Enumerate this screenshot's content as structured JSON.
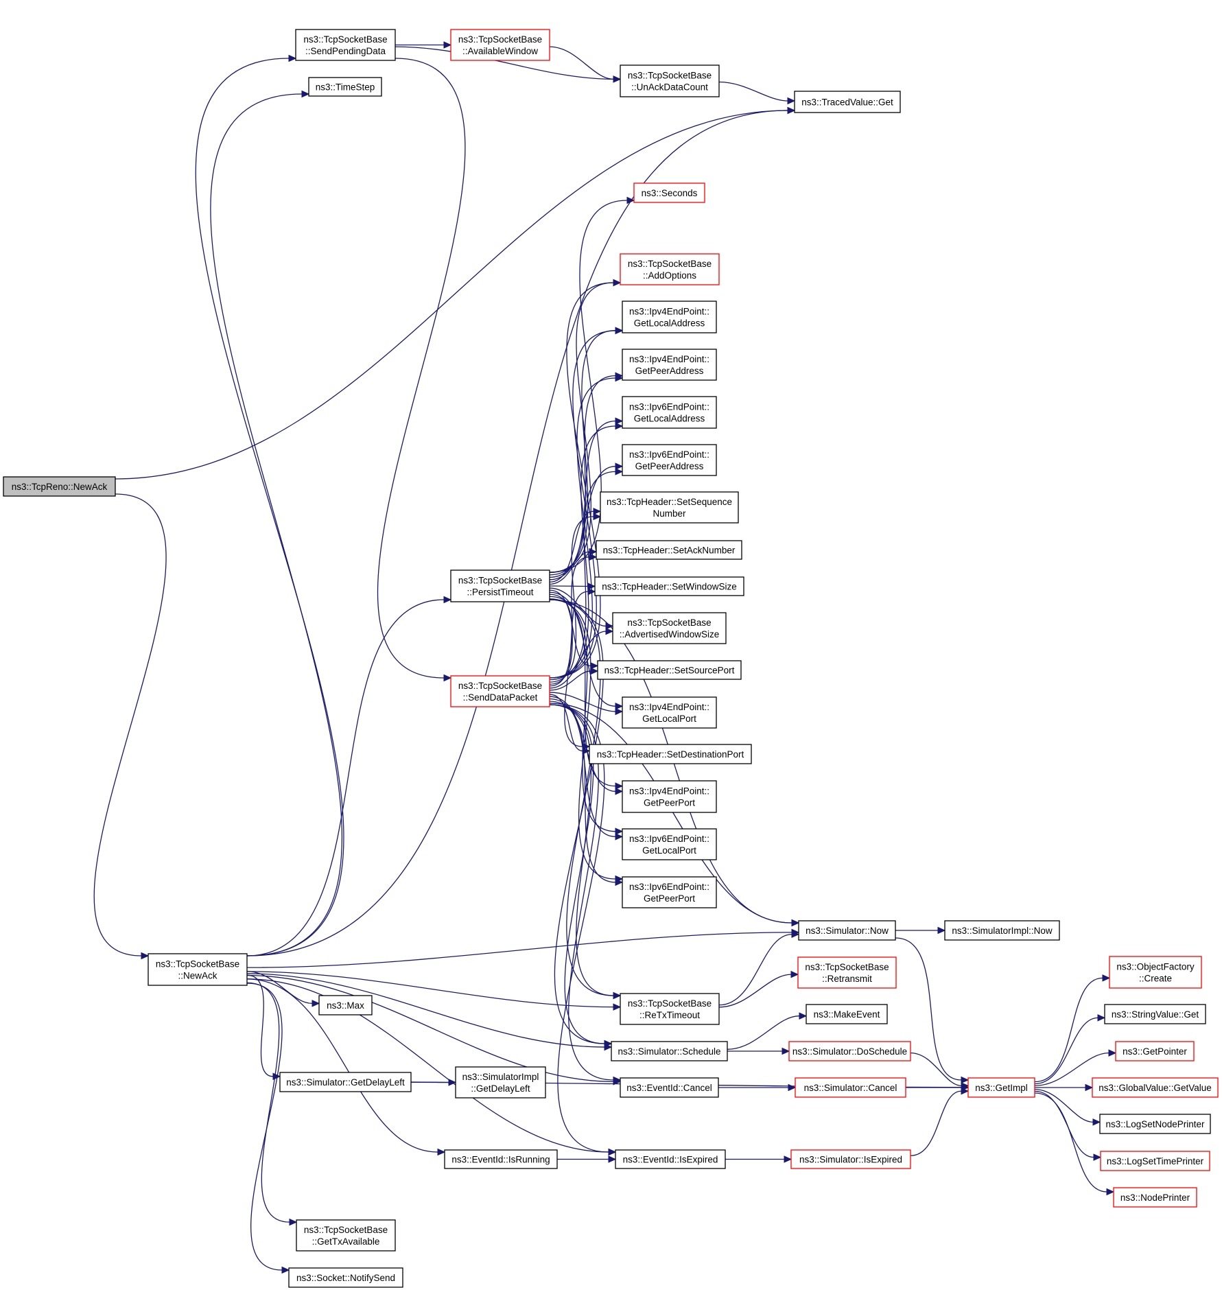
{
  "title": "ns3::TcpReno::NewAck call graph",
  "colors": {
    "edge": "#191970",
    "truncated_border": "#ff0000",
    "normal_border": "#000000",
    "root_fill": "#bfbfbf"
  },
  "nodes": [
    {
      "id": "reno_newack",
      "lines": [
        "ns3::TcpReno::NewAck"
      ],
      "style": "root"
    },
    {
      "id": "send_pending",
      "lines": [
        "ns3::TcpSocketBase",
        "::SendPendingData"
      ],
      "style": "normal"
    },
    {
      "id": "timestep",
      "lines": [
        "ns3::TimeStep"
      ],
      "style": "normal"
    },
    {
      "id": "avail_window",
      "lines": [
        "ns3::TcpSocketBase",
        "::AvailableWindow"
      ],
      "style": "truncated"
    },
    {
      "id": "unack",
      "lines": [
        "ns3::TcpSocketBase",
        "::UnAckDataCount"
      ],
      "style": "normal"
    },
    {
      "id": "traced_get",
      "lines": [
        "ns3::TracedValue::Get"
      ],
      "style": "normal"
    },
    {
      "id": "seconds",
      "lines": [
        "ns3::Seconds"
      ],
      "style": "truncated"
    },
    {
      "id": "add_options",
      "lines": [
        "ns3::TcpSocketBase",
        "::AddOptions"
      ],
      "style": "truncated"
    },
    {
      "id": "ipv4_local_addr",
      "lines": [
        "ns3::Ipv4EndPoint::",
        "GetLocalAddress"
      ],
      "style": "normal"
    },
    {
      "id": "ipv4_peer_addr",
      "lines": [
        "ns3::Ipv4EndPoint::",
        "GetPeerAddress"
      ],
      "style": "normal"
    },
    {
      "id": "ipv6_local_addr",
      "lines": [
        "ns3::Ipv6EndPoint::",
        "GetLocalAddress"
      ],
      "style": "normal"
    },
    {
      "id": "ipv6_peer_addr",
      "lines": [
        "ns3::Ipv6EndPoint::",
        "GetPeerAddress"
      ],
      "style": "normal"
    },
    {
      "id": "set_seq",
      "lines": [
        "ns3::TcpHeader::SetSequence",
        "Number"
      ],
      "style": "normal"
    },
    {
      "id": "set_ack",
      "lines": [
        "ns3::TcpHeader::SetAckNumber"
      ],
      "style": "normal"
    },
    {
      "id": "set_win",
      "lines": [
        "ns3::TcpHeader::SetWindowSize"
      ],
      "style": "normal"
    },
    {
      "id": "persist",
      "lines": [
        "ns3::TcpSocketBase",
        "::PersistTimeout"
      ],
      "style": "normal"
    },
    {
      "id": "adv_win",
      "lines": [
        "ns3::TcpSocketBase",
        "::AdvertisedWindowSize"
      ],
      "style": "normal"
    },
    {
      "id": "set_src_port",
      "lines": [
        "ns3::TcpHeader::SetSourcePort"
      ],
      "style": "normal"
    },
    {
      "id": "send_data_packet",
      "lines": [
        "ns3::TcpSocketBase",
        "::SendDataPacket"
      ],
      "style": "truncated"
    },
    {
      "id": "ipv4_local_port",
      "lines": [
        "ns3::Ipv4EndPoint::",
        "GetLocalPort"
      ],
      "style": "normal"
    },
    {
      "id": "set_dst_port",
      "lines": [
        "ns3::TcpHeader::SetDestinationPort"
      ],
      "style": "normal"
    },
    {
      "id": "ipv4_peer_port",
      "lines": [
        "ns3::Ipv4EndPoint::",
        "GetPeerPort"
      ],
      "style": "normal"
    },
    {
      "id": "ipv6_local_port",
      "lines": [
        "ns3::Ipv6EndPoint::",
        "GetLocalPort"
      ],
      "style": "normal"
    },
    {
      "id": "ipv6_peer_port",
      "lines": [
        "ns3::Ipv6EndPoint::",
        "GetPeerPort"
      ],
      "style": "normal"
    },
    {
      "id": "sim_now",
      "lines": [
        "ns3::Simulator::Now"
      ],
      "style": "normal"
    },
    {
      "id": "simimpl_now",
      "lines": [
        "ns3::SimulatorImpl::Now"
      ],
      "style": "normal"
    },
    {
      "id": "tsb_newack",
      "lines": [
        "ns3::TcpSocketBase",
        "::NewAck"
      ],
      "style": "normal"
    },
    {
      "id": "retransmit",
      "lines": [
        "ns3::TcpSocketBase",
        "::Retransmit"
      ],
      "style": "truncated"
    },
    {
      "id": "max",
      "lines": [
        "ns3::Max"
      ],
      "style": "normal"
    },
    {
      "id": "retx_timeout",
      "lines": [
        "ns3::TcpSocketBase",
        "::ReTxTimeout"
      ],
      "style": "normal"
    },
    {
      "id": "make_event",
      "lines": [
        "ns3::MakeEvent"
      ],
      "style": "normal"
    },
    {
      "id": "schedule",
      "lines": [
        "ns3::Simulator::Schedule"
      ],
      "style": "normal"
    },
    {
      "id": "do_schedule",
      "lines": [
        "ns3::Simulator::DoSchedule"
      ],
      "style": "truncated"
    },
    {
      "id": "get_delay_left",
      "lines": [
        "ns3::Simulator::GetDelayLeft"
      ],
      "style": "normal"
    },
    {
      "id": "simimpl_delay_left",
      "lines": [
        "ns3::SimulatorImpl",
        "::GetDelayLeft"
      ],
      "style": "normal"
    },
    {
      "id": "eventid_cancel",
      "lines": [
        "ns3::EventId::Cancel"
      ],
      "style": "normal"
    },
    {
      "id": "sim_cancel",
      "lines": [
        "ns3::Simulator::Cancel"
      ],
      "style": "truncated"
    },
    {
      "id": "get_impl",
      "lines": [
        "ns3::GetImpl"
      ],
      "style": "truncated"
    },
    {
      "id": "obj_factory_create",
      "lines": [
        "ns3::ObjectFactory",
        "::Create"
      ],
      "style": "truncated"
    },
    {
      "id": "string_value_get",
      "lines": [
        "ns3::StringValue::Get"
      ],
      "style": "normal"
    },
    {
      "id": "get_pointer",
      "lines": [
        "ns3::GetPointer"
      ],
      "style": "truncated"
    },
    {
      "id": "global_value_get",
      "lines": [
        "ns3::GlobalValue::GetValue"
      ],
      "style": "truncated"
    },
    {
      "id": "log_node_printer",
      "lines": [
        "ns3::LogSetNodePrinter"
      ],
      "style": "normal"
    },
    {
      "id": "log_time_printer",
      "lines": [
        "ns3::LogSetTimePrinter"
      ],
      "style": "truncated"
    },
    {
      "id": "node_printer",
      "lines": [
        "ns3::NodePrinter"
      ],
      "style": "truncated"
    },
    {
      "id": "is_running",
      "lines": [
        "ns3::EventId::IsRunning"
      ],
      "style": "normal"
    },
    {
      "id": "eventid_expired",
      "lines": [
        "ns3::EventId::IsExpired"
      ],
      "style": "normal"
    },
    {
      "id": "sim_expired",
      "lines": [
        "ns3::Simulator::IsExpired"
      ],
      "style": "truncated"
    },
    {
      "id": "get_tx_avail",
      "lines": [
        "ns3::TcpSocketBase",
        "::GetTxAvailable"
      ],
      "style": "normal"
    },
    {
      "id": "notify_send",
      "lines": [
        "ns3::Socket::NotifySend"
      ],
      "style": "normal"
    }
  ],
  "edges": [
    [
      "reno_newack",
      "traced_get"
    ],
    [
      "reno_newack",
      "tsb_newack"
    ],
    [
      "tsb_newack",
      "send_pending"
    ],
    [
      "tsb_newack",
      "timestep"
    ],
    [
      "tsb_newack",
      "traced_get"
    ],
    [
      "tsb_newack",
      "sim_now"
    ],
    [
      "tsb_newack",
      "persist"
    ],
    [
      "tsb_newack",
      "retx_timeout"
    ],
    [
      "tsb_newack",
      "max"
    ],
    [
      "tsb_newack",
      "schedule"
    ],
    [
      "tsb_newack",
      "eventid_cancel"
    ],
    [
      "tsb_newack",
      "get_delay_left"
    ],
    [
      "tsb_newack",
      "is_running"
    ],
    [
      "tsb_newack",
      "eventid_expired"
    ],
    [
      "tsb_newack",
      "get_tx_avail"
    ],
    [
      "tsb_newack",
      "notify_send"
    ],
    [
      "send_pending",
      "avail_window"
    ],
    [
      "send_pending",
      "unack"
    ],
    [
      "send_pending",
      "send_data_packet"
    ],
    [
      "avail_window",
      "unack"
    ],
    [
      "unack",
      "traced_get"
    ],
    [
      "persist",
      "seconds"
    ],
    [
      "persist",
      "sim_now"
    ],
    [
      "persist",
      "add_options"
    ],
    [
      "persist",
      "ipv4_local_addr"
    ],
    [
      "persist",
      "ipv4_peer_addr"
    ],
    [
      "persist",
      "ipv6_local_addr"
    ],
    [
      "persist",
      "ipv6_peer_addr"
    ],
    [
      "persist",
      "set_seq"
    ],
    [
      "persist",
      "set_ack"
    ],
    [
      "persist",
      "set_win"
    ],
    [
      "persist",
      "adv_win"
    ],
    [
      "persist",
      "set_src_port"
    ],
    [
      "persist",
      "ipv4_local_port"
    ],
    [
      "persist",
      "set_dst_port"
    ],
    [
      "persist",
      "ipv4_peer_port"
    ],
    [
      "persist",
      "ipv6_local_port"
    ],
    [
      "persist",
      "ipv6_peer_port"
    ],
    [
      "persist",
      "retx_timeout"
    ],
    [
      "persist",
      "schedule"
    ],
    [
      "send_data_packet",
      "add_options"
    ],
    [
      "send_data_packet",
      "ipv4_local_addr"
    ],
    [
      "send_data_packet",
      "ipv4_peer_addr"
    ],
    [
      "send_data_packet",
      "ipv6_local_addr"
    ],
    [
      "send_data_packet",
      "ipv6_peer_addr"
    ],
    [
      "send_data_packet",
      "set_seq"
    ],
    [
      "send_data_packet",
      "set_ack"
    ],
    [
      "send_data_packet",
      "set_win"
    ],
    [
      "send_data_packet",
      "adv_win"
    ],
    [
      "send_data_packet",
      "set_src_port"
    ],
    [
      "send_data_packet",
      "ipv4_local_port"
    ],
    [
      "send_data_packet",
      "set_dst_port"
    ],
    [
      "send_data_packet",
      "ipv4_peer_port"
    ],
    [
      "send_data_packet",
      "ipv6_local_port"
    ],
    [
      "send_data_packet",
      "ipv6_peer_port"
    ],
    [
      "send_data_packet",
      "sim_now"
    ],
    [
      "send_data_packet",
      "retx_timeout"
    ],
    [
      "send_data_packet",
      "schedule"
    ],
    [
      "send_data_packet",
      "eventid_cancel"
    ],
    [
      "send_data_packet",
      "eventid_expired"
    ],
    [
      "sim_now",
      "simimpl_now"
    ],
    [
      "sim_now",
      "get_impl"
    ],
    [
      "retx_timeout",
      "sim_now"
    ],
    [
      "retx_timeout",
      "retransmit"
    ],
    [
      "schedule",
      "make_event"
    ],
    [
      "schedule",
      "do_schedule"
    ],
    [
      "do_schedule",
      "get_impl"
    ],
    [
      "eventid_cancel",
      "sim_cancel"
    ],
    [
      "sim_cancel",
      "get_impl"
    ],
    [
      "get_delay_left",
      "simimpl_delay_left"
    ],
    [
      "get_delay_left",
      "get_impl"
    ],
    [
      "is_running",
      "eventid_expired"
    ],
    [
      "eventid_expired",
      "sim_expired"
    ],
    [
      "sim_expired",
      "get_impl"
    ],
    [
      "get_impl",
      "obj_factory_create"
    ],
    [
      "get_impl",
      "string_value_get"
    ],
    [
      "get_impl",
      "get_pointer"
    ],
    [
      "get_impl",
      "global_value_get"
    ],
    [
      "get_impl",
      "log_node_printer"
    ],
    [
      "get_impl",
      "log_time_printer"
    ],
    [
      "get_impl",
      "node_printer"
    ]
  ]
}
